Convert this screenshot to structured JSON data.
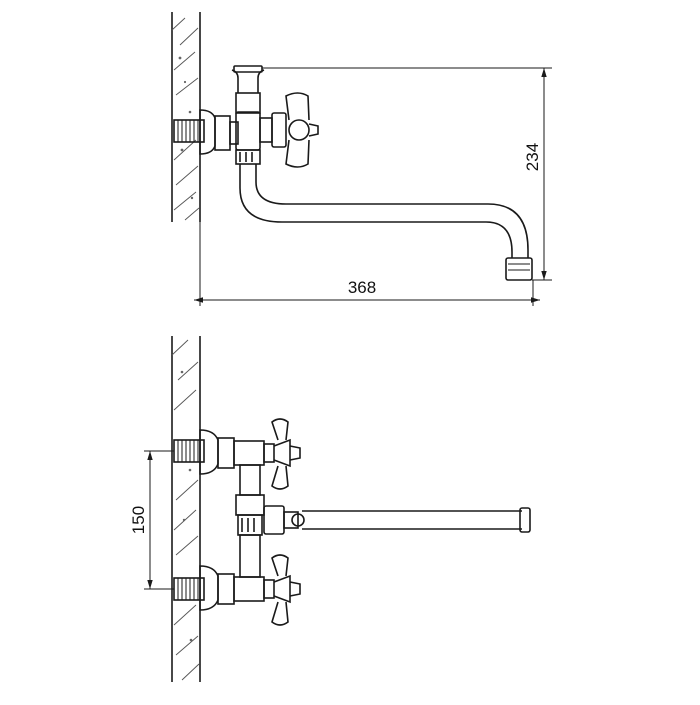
{
  "drawing": {
    "colors": {
      "line": "#1a1a1a",
      "background": "#ffffff",
      "hatch": "#555555"
    },
    "dimensions": {
      "spout_height": "234",
      "spout_length": "368",
      "inlet_spacing": "150"
    }
  }
}
